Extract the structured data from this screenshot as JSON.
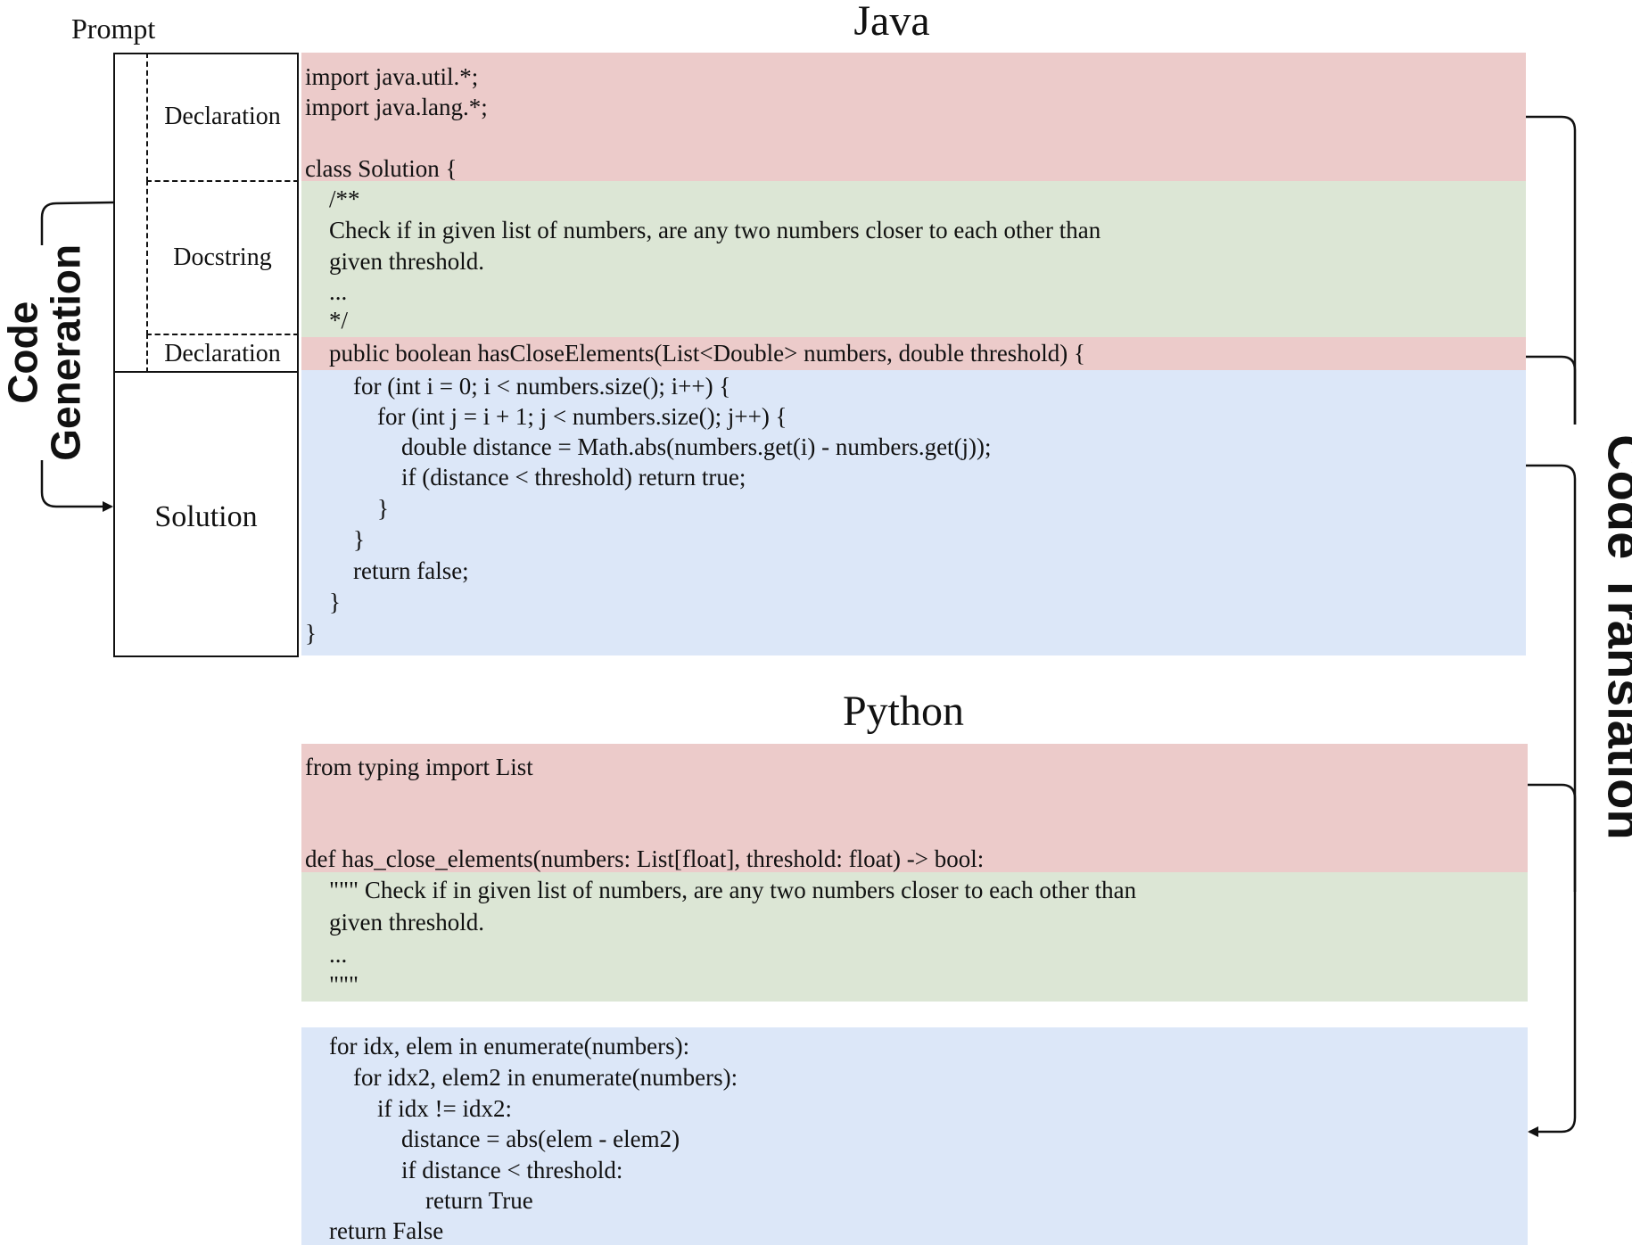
{
  "labels": {
    "prompt": "Prompt",
    "declaration_top": "Declaration",
    "docstring": "Docstring",
    "declaration_bottom": "Declaration",
    "solution": "Solution",
    "code_generation_line1": "Code",
    "code_generation_line2": "Generation",
    "code_translation": "Code Translation"
  },
  "java": {
    "title": "Java",
    "declaration_lines": [
      "import java.util.*;",
      "import java.lang.*;",
      "",
      "class Solution {"
    ],
    "docstring_lines": [
      "    /**",
      "    Check if in given list of numbers, are any two numbers closer to each other than",
      "    given threshold.",
      "    ...",
      "    */"
    ],
    "signature_line": "    public boolean hasCloseElements(List<Double> numbers, double threshold) {",
    "solution_lines": [
      "        for (int i = 0; i < numbers.size(); i++) {",
      "            for (int j = i + 1; j < numbers.size(); j++) {",
      "                double distance = Math.abs(numbers.get(i) - numbers.get(j));",
      "                if (distance < threshold) return true;",
      "            }",
      "        }",
      "        return false;",
      "    }",
      "}"
    ]
  },
  "python": {
    "title": "Python",
    "declaration_lines": [
      "from typing import List",
      "def has_close_elements(numbers: List[float], threshold: float) -> bool:"
    ],
    "docstring_lines": [
      "    \"\"\" Check if in given list of numbers, are any two numbers closer to each other than",
      "    given threshold.",
      "    ...",
      "    \"\"\""
    ],
    "solution_lines": [
      "    for idx, elem in enumerate(numbers):",
      "        for idx2, elem2 in enumerate(numbers):",
      "            if idx != idx2:",
      "                distance = abs(elem - elem2)",
      "                if distance < threshold:",
      "                    return True",
      "    return False"
    ]
  },
  "colors": {
    "declaration": "#eccbca",
    "docstring": "#dce6d5",
    "solution": "#dce7f8"
  }
}
